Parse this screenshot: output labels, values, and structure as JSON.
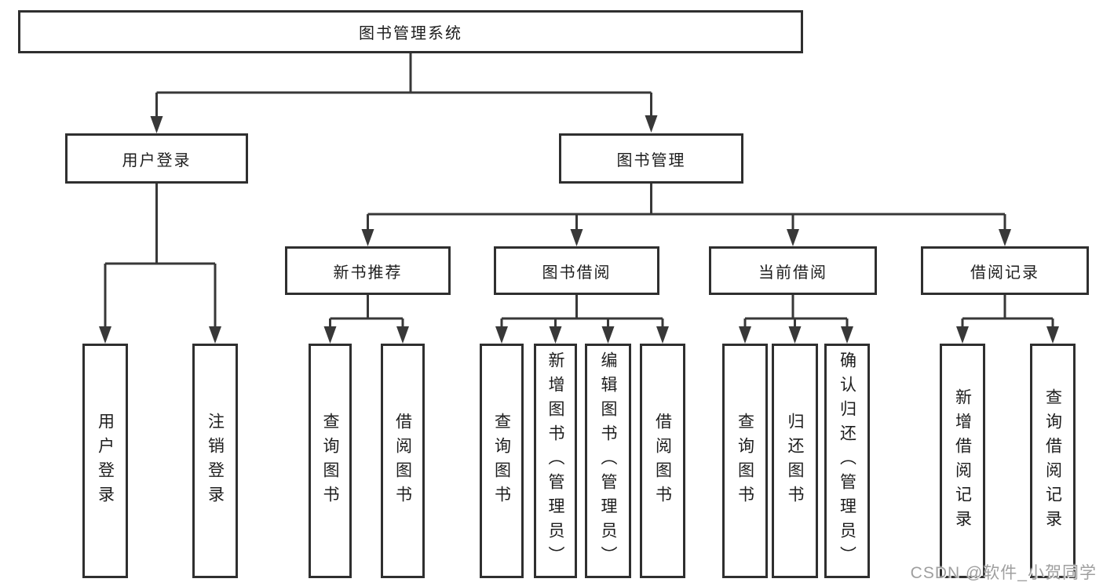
{
  "diagram": {
    "root": {
      "label": "图书管理系统"
    },
    "level2": [
      {
        "label": "用户登录"
      },
      {
        "label": "图书管理"
      }
    ],
    "level3": [
      {
        "label": "新书推荐"
      },
      {
        "label": "图书借阅"
      },
      {
        "label": "当前借阅"
      },
      {
        "label": "借阅记录"
      }
    ],
    "leaves": {
      "user_login": [
        {
          "label": "用户登录"
        },
        {
          "label": "注销登录"
        }
      ],
      "new_book": [
        {
          "label": "查询图书"
        },
        {
          "label": "借阅图书"
        }
      ],
      "book_borrow": [
        {
          "label": "查询图书"
        },
        {
          "label": "新增图书（管理员）"
        },
        {
          "label": "编辑图书（管理员）"
        },
        {
          "label": "借阅图书"
        }
      ],
      "current_borrow": [
        {
          "label": "查询图书"
        },
        {
          "label": "归还图书"
        },
        {
          "label": "确认归还（管理员）"
        }
      ],
      "borrow_records": [
        {
          "label": "新增借阅记录"
        },
        {
          "label": "查询借阅记录"
        }
      ]
    },
    "watermark": "CSDN @软件_小贺同学",
    "colors": {
      "line": "#383838",
      "box_border": "#2f2f2f",
      "text": "#1d1d1d",
      "background": "#ffffff",
      "watermark": "#9f9f9f"
    }
  }
}
